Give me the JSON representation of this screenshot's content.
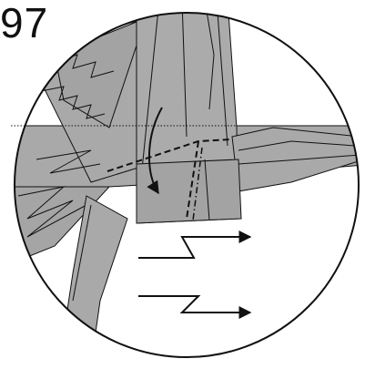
{
  "step_label": "97",
  "colors": {
    "paper": "#a9a9a9",
    "paper_dark": "#969696",
    "line": "#111111",
    "background": "#ffffff"
  },
  "annotations": {
    "valley_fold_lines": "dashed",
    "mountain_fold_line": "dash-dot",
    "fold_direction_arrow": "curved-arrow-down",
    "pleat_arrows": [
      "pleat-zigzag-arrow",
      "pleat-zigzag-arrow"
    ]
  }
}
